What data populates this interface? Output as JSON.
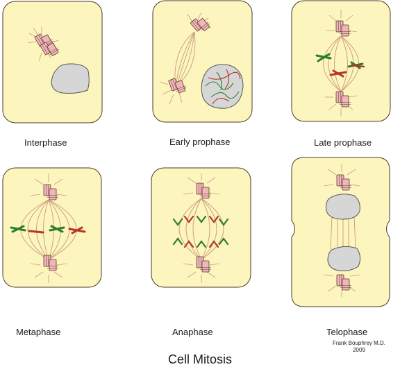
{
  "title": "Cell Mitosis",
  "credit": {
    "author": "Frank Bouphrey M.D.",
    "year": "2009"
  },
  "stages": [
    {
      "id": "interphase",
      "label": "Interphase"
    },
    {
      "id": "early-prophase",
      "label": "Early prophase"
    },
    {
      "id": "late-prophase",
      "label": "Late prophase"
    },
    {
      "id": "metaphase",
      "label": "Metaphase"
    },
    {
      "id": "anaphase",
      "label": "Anaphase"
    },
    {
      "id": "telophase",
      "label": "Telophase"
    }
  ],
  "colors": {
    "cytoplasm": "#fcf5bd",
    "membrane": "#4a3a2a",
    "nucleus": "#d6d6d6",
    "spindle": "#c99a7e",
    "centriole": "#f1b6ba",
    "chromosome_green": "#2e7d2e",
    "chromosome_red": "#b5371f"
  }
}
